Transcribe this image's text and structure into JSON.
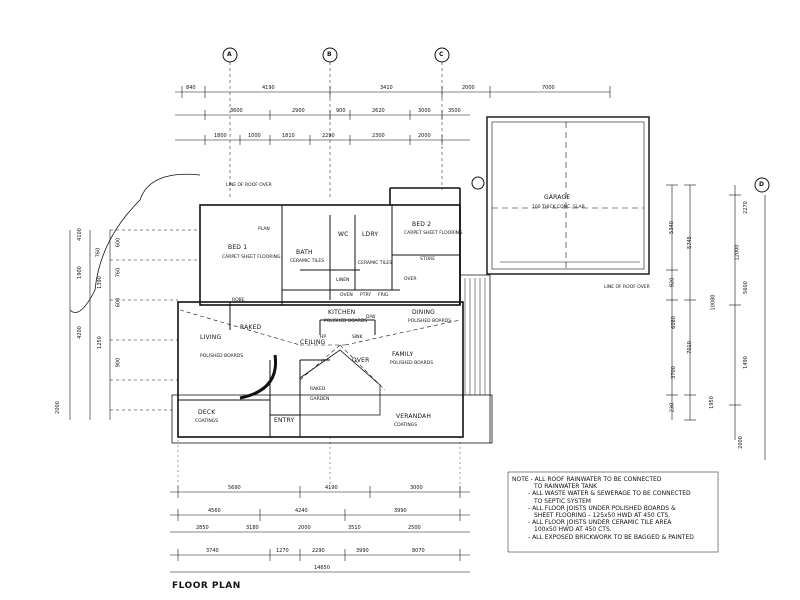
{
  "title": "FLOOR PLAN",
  "grid_markers": [
    "A",
    "B",
    "C",
    "D"
  ],
  "rooms": {
    "bed1": {
      "name": "BED 1",
      "desc": "CARPET SHEET FLOORING"
    },
    "bed2": {
      "name": "BED 2",
      "desc": "CARPET SHEET FLOORING"
    },
    "bath": {
      "name": "BATH",
      "desc": "CERAMIC TILES"
    },
    "wc": {
      "name": "WC"
    },
    "ldry": {
      "name": "LDRY",
      "desc": "CERAMIC TILES"
    },
    "kitchen": {
      "name": "KITCHEN",
      "desc": "POLISHED BOARDS"
    },
    "dining": {
      "name": "DINING",
      "desc": "POLISHED BOARDS"
    },
    "living": {
      "name": "LIVING",
      "desc": "POLISHED BOARDS"
    },
    "family": {
      "name": "FAMILY",
      "desc": "POLISHED BOARDS"
    },
    "deck": {
      "name": "DECK",
      "desc": "COATINGS"
    },
    "entry": {
      "name": "ENTRY"
    },
    "verandah": {
      "name": "VERANDAH",
      "desc": "COATINGS"
    },
    "garage": {
      "name": "GARAGE",
      "desc": "100 THICK CONC. SLAB"
    },
    "garden": {
      "name": "GARDEN"
    }
  },
  "annotations": {
    "raked": "RAKED",
    "ceiling": "CEILING",
    "over": "OVER",
    "over2": "OVER",
    "line_roof_top": "LINE OF ROOF OVER",
    "line_roof_garage": "LINE OF ROOF OVER",
    "robe": "ROBE",
    "linen": "LINEN",
    "pantry": "PTRY",
    "fridge": "FRIG",
    "wall_oven": "OVEN",
    "hp": "HP",
    "dw": "D/W",
    "sink": "SINK",
    "raked2": "RAKED",
    "store": "STORE",
    "plan_cupboard": "PLAN"
  },
  "dimensions": {
    "top_row1": [
      "840",
      "4190",
      "3410",
      "2000",
      "7000"
    ],
    "top_row2": [
      "3600",
      "2900",
      "900",
      "2620",
      "3000",
      "3500"
    ],
    "top_row3": [
      "1800",
      "1000",
      "1810",
      "2290",
      "2300",
      "2000"
    ],
    "bottom_row1": [
      "5690",
      "4190",
      "3000"
    ],
    "bottom_row2": [
      "4560",
      "4240",
      "3990"
    ],
    "bottom_row3": [
      "2850",
      "3180",
      "2000",
      "3510",
      "2500"
    ],
    "bottom_row4": [
      "3740",
      "1270",
      "2290",
      "3990",
      "8070"
    ],
    "bottom_total": "14650",
    "left_col": [
      "4100",
      "1900",
      "760",
      "1390",
      "4200",
      "600",
      "760",
      "600",
      "1250",
      "2000",
      "900"
    ],
    "right_col1": [
      "5340",
      "12000"
    ],
    "right_col2": [
      "5745",
      "7010"
    ],
    "right_col3": [
      "2270",
      "5600",
      "1490",
      "2000"
    ],
    "right_col4": [
      "10080",
      "1950"
    ],
    "right_small": [
      "6080",
      "920",
      "3700",
      "230"
    ]
  },
  "notes": [
    "NOTE - ALL ROOF RAINWATER TO BE CONNECTED",
    "TO RAINWATER TANK",
    "- ALL WASTE WATER & SEWERAGE TO BE CONNECTED",
    "TO SEPTIC SYSTEM",
    "- ALL FLOOR JOISTS UNDER POLISHED BOARDS &",
    "SHEET FLOORING - 125x50 HWD AT 450 CTS.",
    "- ALL FLOOR JOISTS UNDER CERAMIC TILE AREA",
    "100x50 HWD AT 450 CTS.",
    "- ALL EXPOSED BRICKWORK TO BE BAGGED & PAINTED"
  ]
}
